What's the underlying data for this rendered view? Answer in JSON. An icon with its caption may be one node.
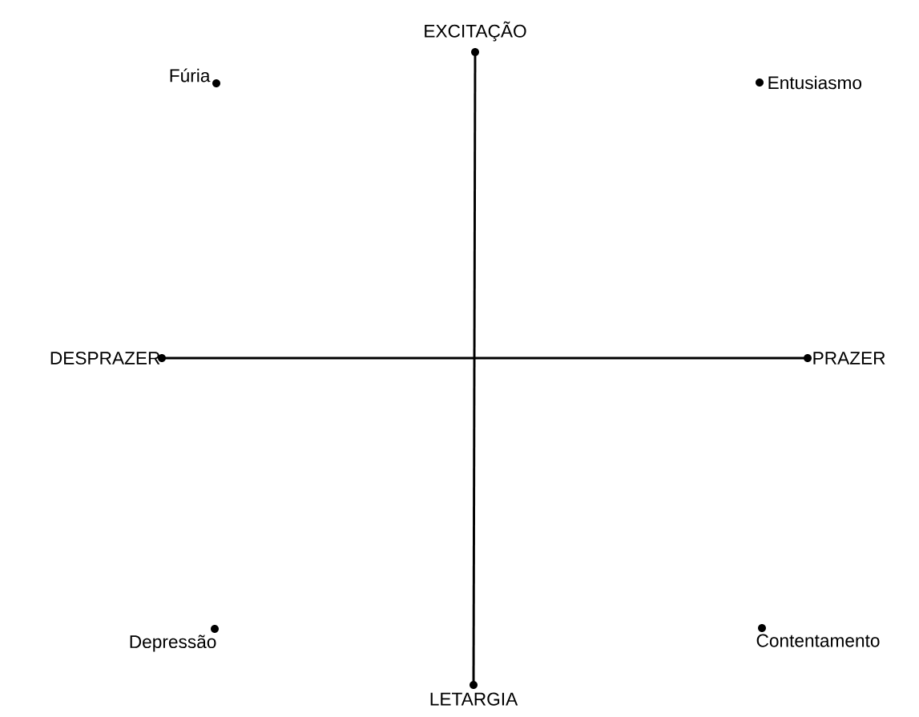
{
  "diagram": {
    "nodes": [
      {
        "text": [],
        "shape": "circle",
        "beside": [
          "EXCITAÇÃO"
        ]
      },
      {
        "text": [],
        "shape": "circle",
        "beside": [
          "Fúria"
        ]
      },
      {
        "text": [],
        "shape": "circle",
        "beside": [
          "Entusiasmo"
        ]
      },
      {
        "text": [],
        "shape": "circle",
        "beside": [
          "DESPRAZER"
        ]
      },
      {
        "text": [],
        "shape": "circle",
        "beside": [
          "PRAZER"
        ]
      },
      {
        "text": [],
        "shape": "circle",
        "beside": [
          "Depressão"
        ]
      },
      {
        "text": [],
        "shape": "circle",
        "beside": [
          "Contentamento"
        ]
      },
      {
        "text": [],
        "shape": "circle",
        "beside": [
          "LETARGIA"
        ]
      }
    ],
    "edges": [
      {
        "from": 0,
        "to": 7,
        "arrow": "none"
      },
      {
        "from": 3,
        "to": 4,
        "arrow": "none"
      }
    ]
  }
}
